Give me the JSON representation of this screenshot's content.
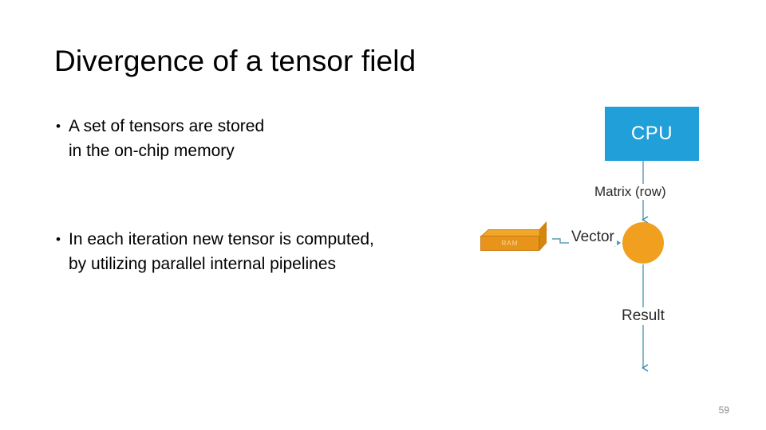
{
  "slide": {
    "title": "Divergence of a tensor field",
    "page_number": "59",
    "bullets": [
      {
        "marker": "•",
        "text": "A set of tensors are stored\nin the on-chip memory"
      },
      {
        "marker": "•",
        "text": "In each iteration new tensor is computed,\nby utilizing parallel internal pipelines"
      }
    ]
  },
  "diagram": {
    "nodes": {
      "cpu": {
        "label": "CPU",
        "color": "#219FD9",
        "text_color": "#ffffff"
      },
      "ram": {
        "label": "RAM",
        "color": "#E8941A",
        "text_color": "#FAD9A4"
      },
      "processor": {
        "label": "",
        "color": "#F0A01E"
      }
    },
    "edges": [
      {
        "label": "Matrix (row)",
        "from": "cpu",
        "to": "processor",
        "direction": "down"
      },
      {
        "label": "Vector",
        "from": "ram",
        "to": "processor",
        "direction": "right"
      },
      {
        "label": "Result",
        "from": "processor",
        "to": "output",
        "direction": "down"
      }
    ],
    "connector_color": "#5B9BB5"
  }
}
